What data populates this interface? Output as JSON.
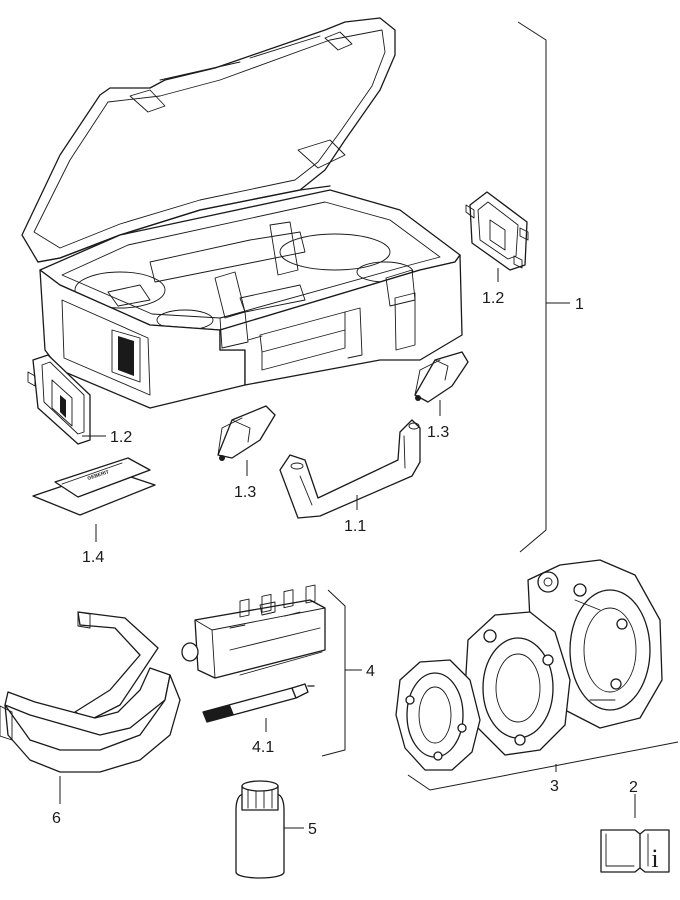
{
  "callouts": {
    "c1": "1",
    "c1_1": "1.1",
    "c1_2_top": "1.2",
    "c1_2_left": "1.2",
    "c1_3_right": "1.3",
    "c1_3_left": "1.3",
    "c1_4": "1.4",
    "c2": "2",
    "c3": "3",
    "c4": "4",
    "c4_1": "4.1",
    "c5": "5",
    "c6": "6"
  },
  "logo_text": "GEBERIT",
  "info_glyph": "i"
}
